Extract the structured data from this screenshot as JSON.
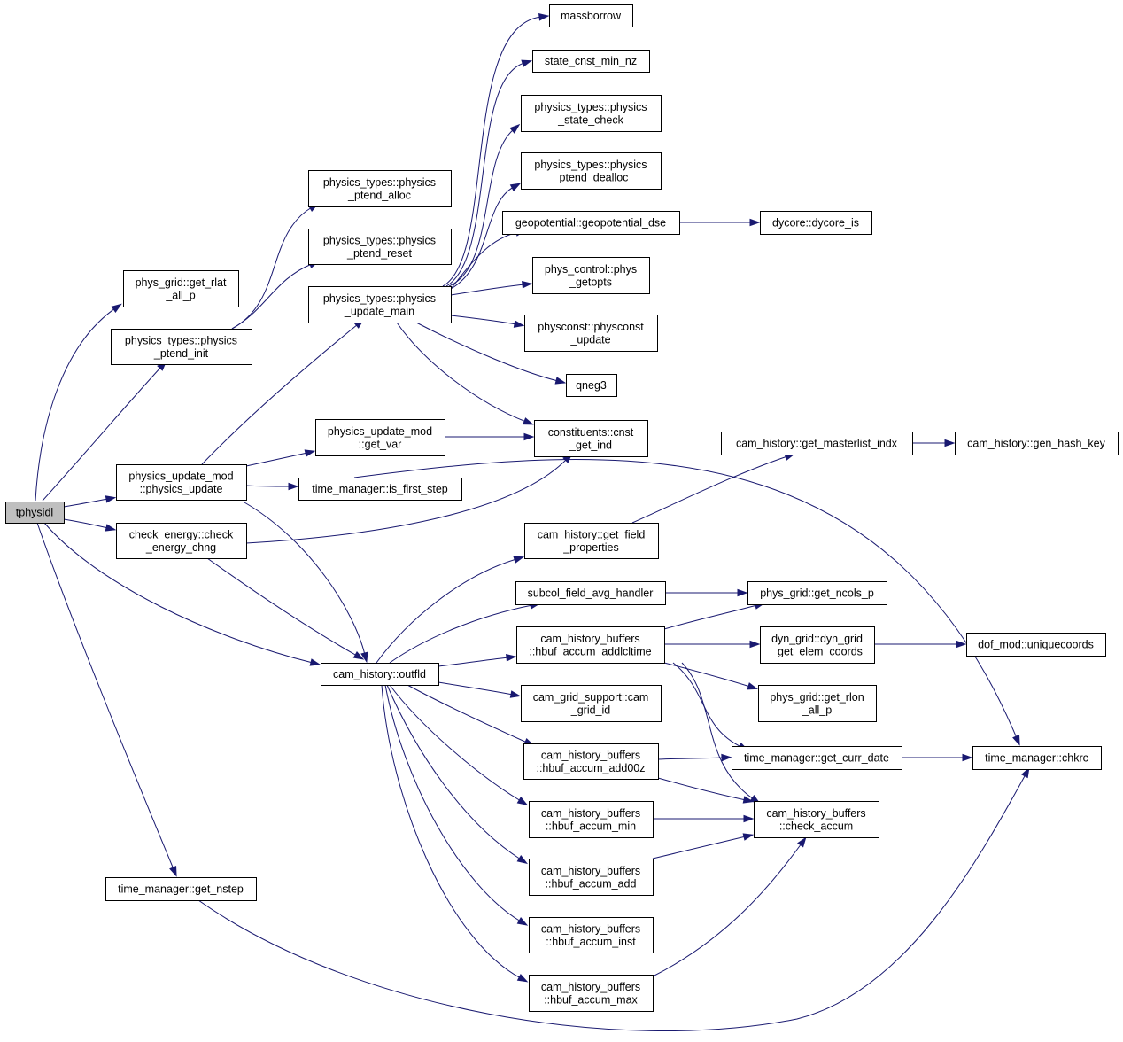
{
  "graph": {
    "nodes": {
      "tphysidl": [
        "tphysidl"
      ],
      "phys_grid_get_rlat_all_p": [
        "phys_grid::get_rlat",
        "_all_p"
      ],
      "physics_types_physics_ptend_init": [
        "physics_types::physics",
        "_ptend_init"
      ],
      "physics_update_mod_physics_update": [
        "physics_update_mod",
        "::physics_update"
      ],
      "check_energy_check_energy_chng": [
        "check_energy::check",
        "_energy_chng"
      ],
      "time_manager_get_nstep": [
        "time_manager::get_nstep"
      ],
      "physics_types_physics_ptend_alloc": [
        "physics_types::physics",
        "_ptend_alloc"
      ],
      "physics_types_physics_ptend_reset": [
        "physics_types::physics",
        "_ptend_reset"
      ],
      "physics_types_physics_update_main": [
        "physics_types::physics",
        "_update_main"
      ],
      "physics_update_mod_get_var": [
        "physics_update_mod",
        "::get_var"
      ],
      "time_manager_is_first_step": [
        "time_manager::is_first_step"
      ],
      "cam_history_outfld": [
        "cam_history::outfld"
      ],
      "massborrow": [
        "massborrow"
      ],
      "state_cnst_min_nz": [
        "state_cnst_min_nz"
      ],
      "physics_types_physics_state_check": [
        "physics_types::physics",
        "_state_check"
      ],
      "physics_types_physics_ptend_dealloc": [
        "physics_types::physics",
        "_ptend_dealloc"
      ],
      "geopotential_geopotential_dse": [
        "geopotential::geopotential_dse"
      ],
      "phys_control_phys_getopts": [
        "phys_control::phys",
        "_getopts"
      ],
      "physconst_physconst_update": [
        "physconst::physconst",
        "_update"
      ],
      "qneg3": [
        "qneg3"
      ],
      "constituents_cnst_get_ind": [
        "constituents::cnst",
        "_get_ind"
      ],
      "cam_history_get_field_properties": [
        "cam_history::get_field",
        "_properties"
      ],
      "subcol_field_avg_handler": [
        "subcol_field_avg_handler"
      ],
      "cam_history_buffers_hbuf_accum_addlcltime": [
        "cam_history_buffers",
        "::hbuf_accum_addlcltime"
      ],
      "cam_grid_support_cam_grid_id": [
        "cam_grid_support::cam",
        "_grid_id"
      ],
      "cam_history_buffers_hbuf_accum_add00z": [
        "cam_history_buffers",
        "::hbuf_accum_add00z"
      ],
      "cam_history_buffers_hbuf_accum_min": [
        "cam_history_buffers",
        "::hbuf_accum_min"
      ],
      "cam_history_buffers_hbuf_accum_add": [
        "cam_history_buffers",
        "::hbuf_accum_add"
      ],
      "cam_history_buffers_hbuf_accum_inst": [
        "cam_history_buffers",
        "::hbuf_accum_inst"
      ],
      "cam_history_buffers_hbuf_accum_max": [
        "cam_history_buffers",
        "::hbuf_accum_max"
      ],
      "dycore_dycore_is": [
        "dycore::dycore_is"
      ],
      "cam_history_get_masterlist_indx": [
        "cam_history::get_masterlist_indx"
      ],
      "cam_history_gen_hash_key": [
        "cam_history::gen_hash_key"
      ],
      "phys_grid_get_ncols_p": [
        "phys_grid::get_ncols_p"
      ],
      "dyn_grid_dyn_grid_get_elem_coords": [
        "dyn_grid::dyn_grid",
        "_get_elem_coords"
      ],
      "dof_mod_uniquecoords": [
        "dof_mod::uniquecoords"
      ],
      "phys_grid_get_rlon_all_p": [
        "phys_grid::get_rlon",
        "_all_p"
      ],
      "time_manager_get_curr_date": [
        "time_manager::get_curr_date"
      ],
      "time_manager_chkrc": [
        "time_manager::chkrc"
      ],
      "cam_history_buffers_check_accum": [
        "cam_history_buffers",
        "::check_accum"
      ]
    },
    "edges": [
      [
        "tphysidl",
        "phys_grid_get_rlat_all_p"
      ],
      [
        "tphysidl",
        "physics_types_physics_ptend_init"
      ],
      [
        "tphysidl",
        "physics_update_mod_physics_update"
      ],
      [
        "tphysidl",
        "check_energy_check_energy_chng"
      ],
      [
        "tphysidl",
        "cam_history_outfld"
      ],
      [
        "tphysidl",
        "time_manager_get_nstep"
      ],
      [
        "physics_types_physics_ptend_init",
        "physics_types_physics_ptend_alloc"
      ],
      [
        "physics_types_physics_ptend_init",
        "physics_types_physics_ptend_reset"
      ],
      [
        "physics_update_mod_physics_update",
        "physics_types_physics_update_main"
      ],
      [
        "physics_update_mod_physics_update",
        "physics_update_mod_get_var"
      ],
      [
        "physics_update_mod_physics_update",
        "time_manager_is_first_step"
      ],
      [
        "physics_update_mod_physics_update",
        "cam_history_outfld"
      ],
      [
        "check_energy_check_energy_chng",
        "constituents_cnst_get_ind"
      ],
      [
        "check_energy_check_energy_chng",
        "cam_history_outfld"
      ],
      [
        "physics_types_physics_update_main",
        "massborrow"
      ],
      [
        "physics_types_physics_update_main",
        "state_cnst_min_nz"
      ],
      [
        "physics_types_physics_update_main",
        "physics_types_physics_state_check"
      ],
      [
        "physics_types_physics_update_main",
        "physics_types_physics_ptend_dealloc"
      ],
      [
        "physics_types_physics_update_main",
        "geopotential_geopotential_dse"
      ],
      [
        "physics_types_physics_update_main",
        "phys_control_phys_getopts"
      ],
      [
        "physics_types_physics_update_main",
        "physconst_physconst_update"
      ],
      [
        "physics_types_physics_update_main",
        "qneg3"
      ],
      [
        "physics_types_physics_update_main",
        "constituents_cnst_get_ind"
      ],
      [
        "physics_update_mod_get_var",
        "constituents_cnst_get_ind"
      ],
      [
        "time_manager_is_first_step",
        "time_manager_chkrc"
      ],
      [
        "geopotential_geopotential_dse",
        "dycore_dycore_is"
      ],
      [
        "cam_history_outfld",
        "cam_history_get_field_properties"
      ],
      [
        "cam_history_outfld",
        "subcol_field_avg_handler"
      ],
      [
        "cam_history_outfld",
        "cam_history_buffers_hbuf_accum_addlcltime"
      ],
      [
        "cam_history_outfld",
        "cam_grid_support_cam_grid_id"
      ],
      [
        "cam_history_outfld",
        "cam_history_buffers_hbuf_accum_add00z"
      ],
      [
        "cam_history_outfld",
        "cam_history_buffers_hbuf_accum_min"
      ],
      [
        "cam_history_outfld",
        "cam_history_buffers_hbuf_accum_add"
      ],
      [
        "cam_history_outfld",
        "cam_history_buffers_hbuf_accum_inst"
      ],
      [
        "cam_history_outfld",
        "cam_history_buffers_hbuf_accum_max"
      ],
      [
        "cam_history_get_field_properties",
        "cam_history_get_masterlist_indx"
      ],
      [
        "cam_history_get_masterlist_indx",
        "cam_history_gen_hash_key"
      ],
      [
        "subcol_field_avg_handler",
        "phys_grid_get_ncols_p"
      ],
      [
        "cam_history_buffers_hbuf_accum_addlcltime",
        "phys_grid_get_ncols_p"
      ],
      [
        "cam_history_buffers_hbuf_accum_addlcltime",
        "dyn_grid_dyn_grid_get_elem_coords"
      ],
      [
        "cam_history_buffers_hbuf_accum_addlcltime",
        "phys_grid_get_rlon_all_p"
      ],
      [
        "cam_history_buffers_hbuf_accum_addlcltime",
        "time_manager_get_curr_date"
      ],
      [
        "cam_history_buffers_hbuf_accum_addlcltime",
        "cam_history_buffers_check_accum"
      ],
      [
        "dyn_grid_dyn_grid_get_elem_coords",
        "dof_mod_uniquecoords"
      ],
      [
        "cam_history_buffers_hbuf_accum_add00z",
        "time_manager_get_curr_date"
      ],
      [
        "cam_history_buffers_hbuf_accum_add00z",
        "cam_history_buffers_check_accum"
      ],
      [
        "time_manager_get_curr_date",
        "time_manager_chkrc"
      ],
      [
        "cam_history_buffers_hbuf_accum_min",
        "cam_history_buffers_check_accum"
      ],
      [
        "cam_history_buffers_hbuf_accum_add",
        "cam_history_buffers_check_accum"
      ],
      [
        "cam_history_buffers_hbuf_accum_max",
        "cam_history_buffers_check_accum"
      ],
      [
        "time_manager_get_nstep",
        "time_manager_chkrc"
      ]
    ],
    "colors": {
      "edge": "#191970",
      "root_fill": "#bfbfbf",
      "node_fill": "#ffffff",
      "node_border": "#000000"
    }
  }
}
